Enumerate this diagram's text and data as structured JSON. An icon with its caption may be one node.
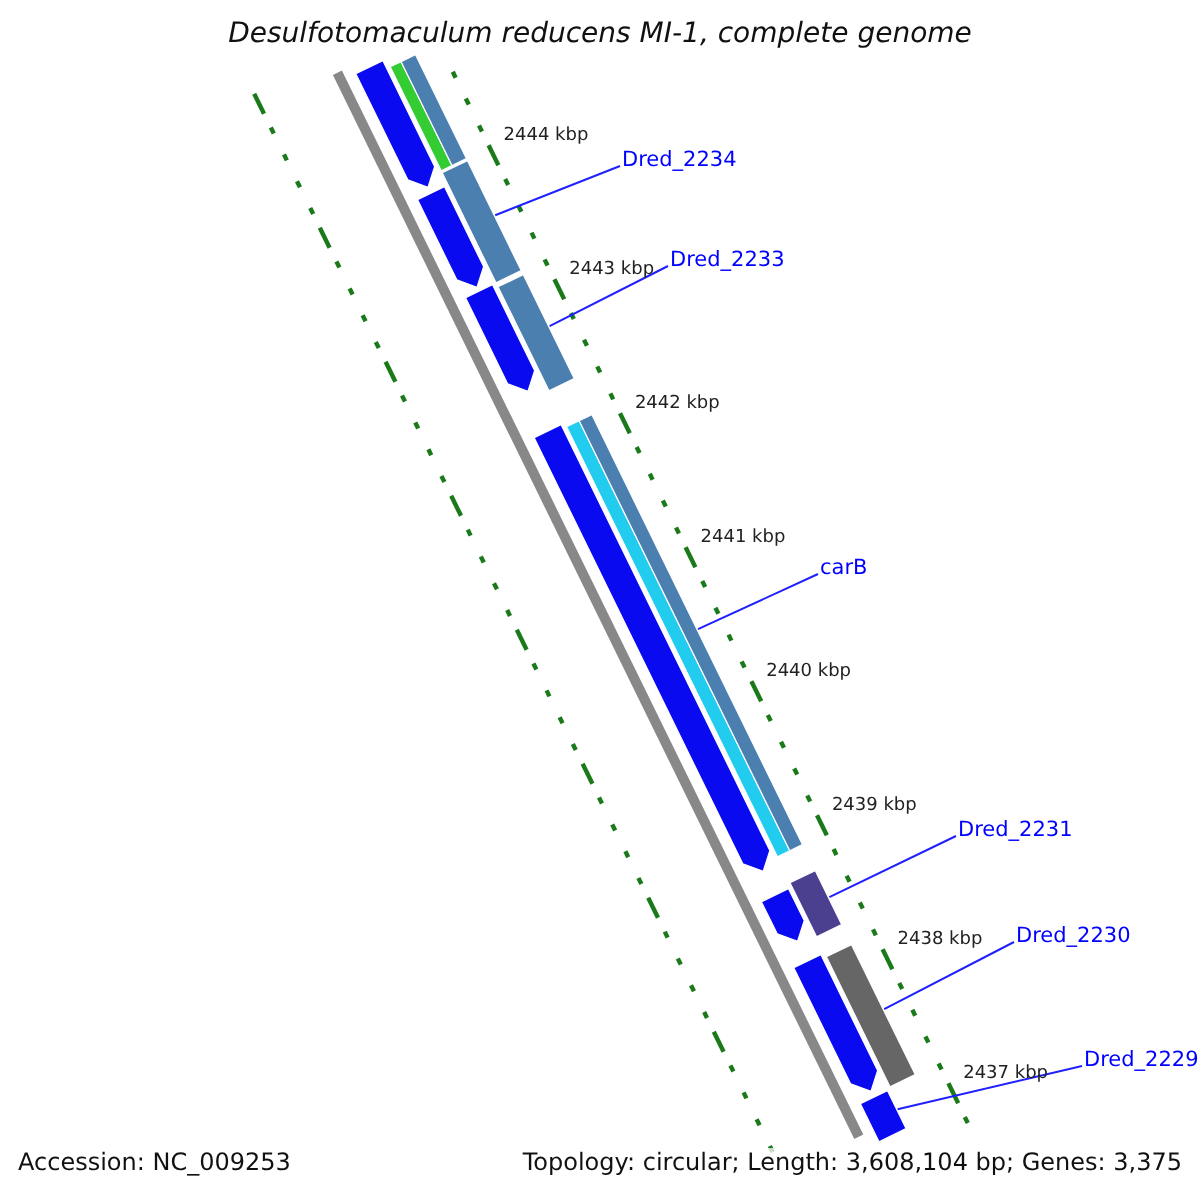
{
  "diagram": {
    "title": "Desulfotomaculum reducens MI-1, complete genome",
    "nodes": [
      {
        "text": [],
        "shape": "bar"
      },
      {
        "text": [],
        "shape": "bar"
      },
      {
        "text": [],
        "shape": "bar"
      },
      {
        "text": [
          "Dred_2234"
        ]
      },
      {
        "text": [],
        "shape": "bar"
      },
      {
        "text": [],
        "shape": "bar"
      },
      {
        "text": [
          "Dred_2233"
        ]
      },
      {
        "text": [],
        "shape": "bar"
      },
      {
        "text": [],
        "shape": "bar"
      },
      {
        "text": [],
        "shape": "bar"
      },
      {
        "text": [],
        "shape": "bar"
      },
      {
        "text": [],
        "shape": "bar"
      },
      {
        "text": [
          "carB"
        ]
      },
      {
        "text": [
          "Dred_2231"
        ]
      },
      {
        "text": [],
        "shape": "bar"
      },
      {
        "text": [],
        "shape": "bar"
      },
      {
        "text": [
          "Dred_2230"
        ]
      },
      {
        "text": [],
        "shape": "bar"
      },
      {
        "text": [],
        "shape": "bar"
      },
      {
        "text": [
          "Dred_2229"
        ]
      },
      {
        "text": [],
        "shape": "bar"
      }
    ],
    "edges": [
      {
        "from": 3,
        "to": 5,
        "arrow": "none"
      },
      {
        "from": 6,
        "to": 8,
        "arrow": "none"
      },
      {
        "from": 12,
        "to": 11,
        "arrow": "none"
      },
      {
        "from": 13,
        "to": 15,
        "arrow": "none"
      },
      {
        "from": 16,
        "to": 18,
        "arrow": "none"
      },
      {
        "from": 19,
        "to": 20,
        "arrow": "none"
      }
    ],
    "labels": [
      "2444 kbp",
      "2443 kbp",
      "2442 kbp",
      "2441 kbp",
      "2440 kbp",
      "2439 kbp",
      "2438 kbp",
      "2437 kbp",
      "Accession: NC_009253",
      "Topology: circular; Length: 3,608,104 bp; Genes: 3,375"
    ]
  }
}
